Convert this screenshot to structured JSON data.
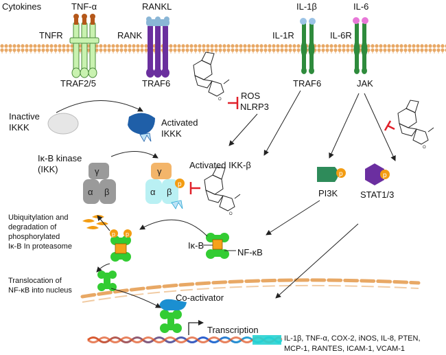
{
  "labels": {
    "cytokines": "Cytokines",
    "tnf_alpha": "TNF-α",
    "rankl": "RANKL",
    "il1b": "IL-1β",
    "il6": "IL-6",
    "tnfr": "TNFR",
    "rank": "RANK",
    "il1r": "IL-1R",
    "il6r": "IL-6R",
    "traf25": "TRAF2/5",
    "traf6_rank": "TRAF6",
    "traf6_il1": "TRAF6",
    "jak": "JAK",
    "ros": "ROS",
    "nlrp3": "NLRP3",
    "inactive_1": "Inactive",
    "inactive_2": "IKKK",
    "activated_ikkk_1": "Activated",
    "activated_ikkk_2": "IKKK",
    "ikb_kinase_1": "Iκ-B kinase",
    "ikb_kinase_2": "(IKK)",
    "gamma": "γ",
    "alpha": "α",
    "beta": "β",
    "activated_ikkb": "Activated IKK-β",
    "pi3k": "PI3K",
    "stat13": "STAT1/3",
    "p": "p",
    "ubiq_1": "Ubiquitylation and",
    "ubiq_2": "degradation of",
    "ubiq_3": "phosphorylated",
    "ubiq_4": "Iκ-B In proteasome",
    "ikb": "Iκ-B",
    "nfkb": "NF-κB",
    "transloc_1": "Translocation of",
    "transloc_2": "NF-κB into nucleus",
    "coactivator": "Co-activator",
    "transcription": "Transcription",
    "genes_1": "IL-1β, TNF-α, COX-2, iNOS, IL-8, PTEN,",
    "genes_2": "MCP-1, RANTES, ICAM-1, VCAM-1"
  },
  "colors": {
    "membrane": "#e8a865",
    "tnfr_fill": "#c9f2b0",
    "tnf_ligand": "#b5581a",
    "rank_fill": "#6a2f9e",
    "rankl_ligand": "#8ab6d6",
    "receptor_green": "#2e8b3c",
    "il1b_ligand": "#9cc3e6",
    "il6_ligand": "#e878d8",
    "activated_ikkk": "#1f5fa8",
    "inactive_ikkk": "#e6e6e6",
    "ikk_gray": "#9a9a9a",
    "ikk_orange": "#f3b56a",
    "ikk_cyan": "#b9f0f3",
    "phospho": "#f39c12",
    "nfkb_green": "#33cc33",
    "ikb_orange": "#f7a21a",
    "pi3k_green": "#2e8b5a",
    "stat_purple": "#6b2fa0",
    "coactivator": "#1b8fd1",
    "inhibitor_red": "#e0202a",
    "dna_cyan": "#27d3d3"
  }
}
